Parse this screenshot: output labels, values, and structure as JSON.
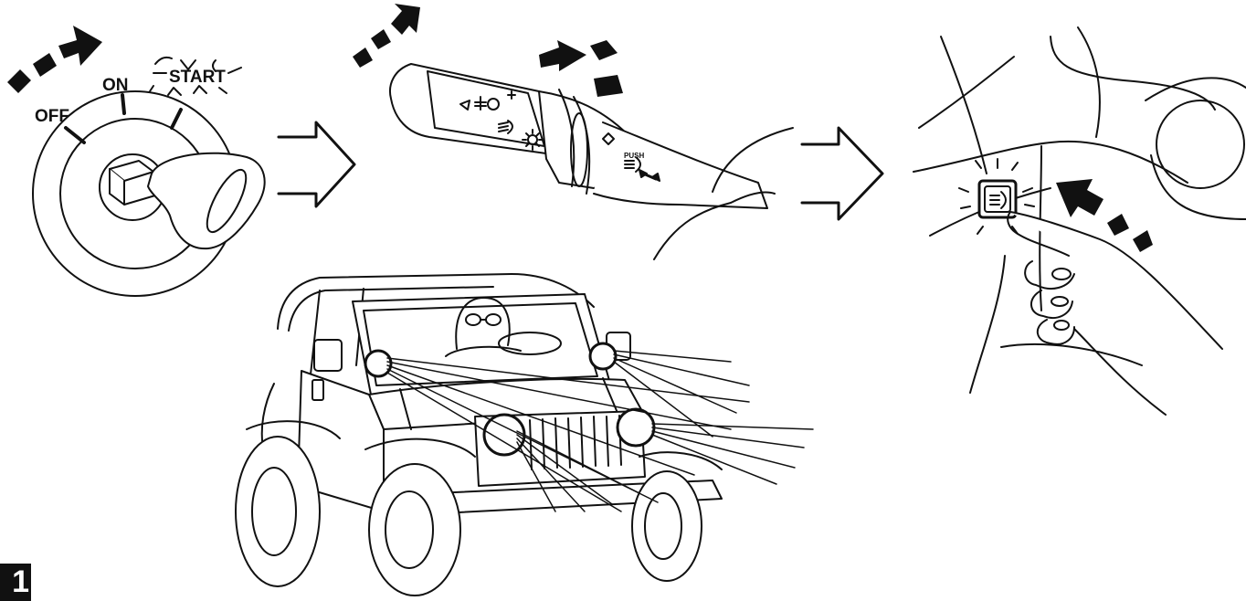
{
  "ignition": {
    "off_label": "OFF",
    "on_label": "ON",
    "start_label": "START"
  },
  "stalk": {
    "push_label": "PUSH"
  },
  "badge": {
    "number": "1"
  },
  "colors": {
    "ink": "#111111",
    "background": "#ffffff"
  }
}
